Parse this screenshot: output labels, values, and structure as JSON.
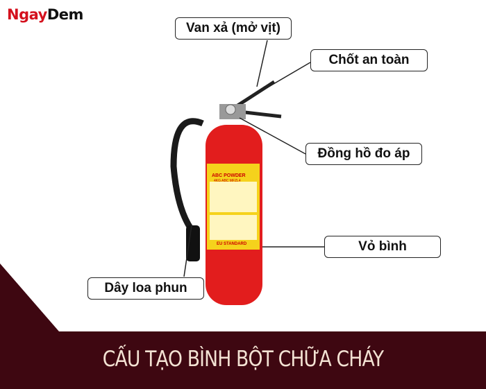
{
  "logo": {
    "part1": "Ngay",
    "part2": "Dem"
  },
  "labels": {
    "valve": "Van xả (mở vịt)",
    "safety_pin": "Chốt an toàn",
    "pressure_gauge": "Đồng hồ đo áp",
    "body": "Vỏ bình",
    "hose": "Dây loa phun"
  },
  "extinguisher_label": {
    "line1": "ABC POWDER",
    "line2": "4KG ABC MFZL4",
    "footer": "EU STANDARD"
  },
  "title": "CẤU TẠO BÌNH BỘT CHỮA CHÁY",
  "colors": {
    "band": "#3e0711",
    "cylinder": "#e21d1d",
    "title": "#f3e2d3",
    "logo_red": "#d4111e"
  }
}
